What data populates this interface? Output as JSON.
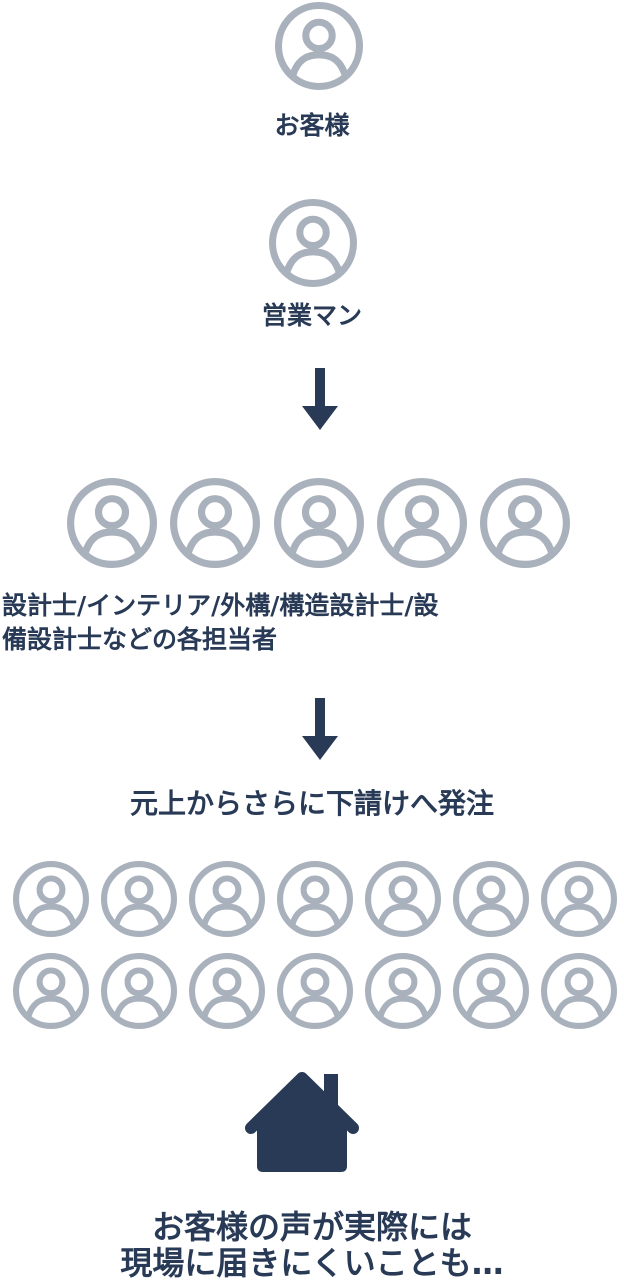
{
  "colors": {
    "icon_gray": "#a9b1bc",
    "navy": "#283a56",
    "background": "#ffffff"
  },
  "icons": {
    "person": "person-icon",
    "arrow": "arrow-down-icon",
    "house": "house-icon"
  },
  "steps": {
    "customer": {
      "label": "お客様"
    },
    "sales": {
      "label": "営業マン"
    },
    "specialists": {
      "line1": "設計士/インテリア/外構/構造設計士/設",
      "line2": "備設計士などの各担当者"
    },
    "subcontract": {
      "label": "元上からさらに下請けへ発注"
    },
    "conclusion": {
      "line1": "お客様の声が実際には",
      "line2": "現場に届きにくいことも…"
    }
  }
}
